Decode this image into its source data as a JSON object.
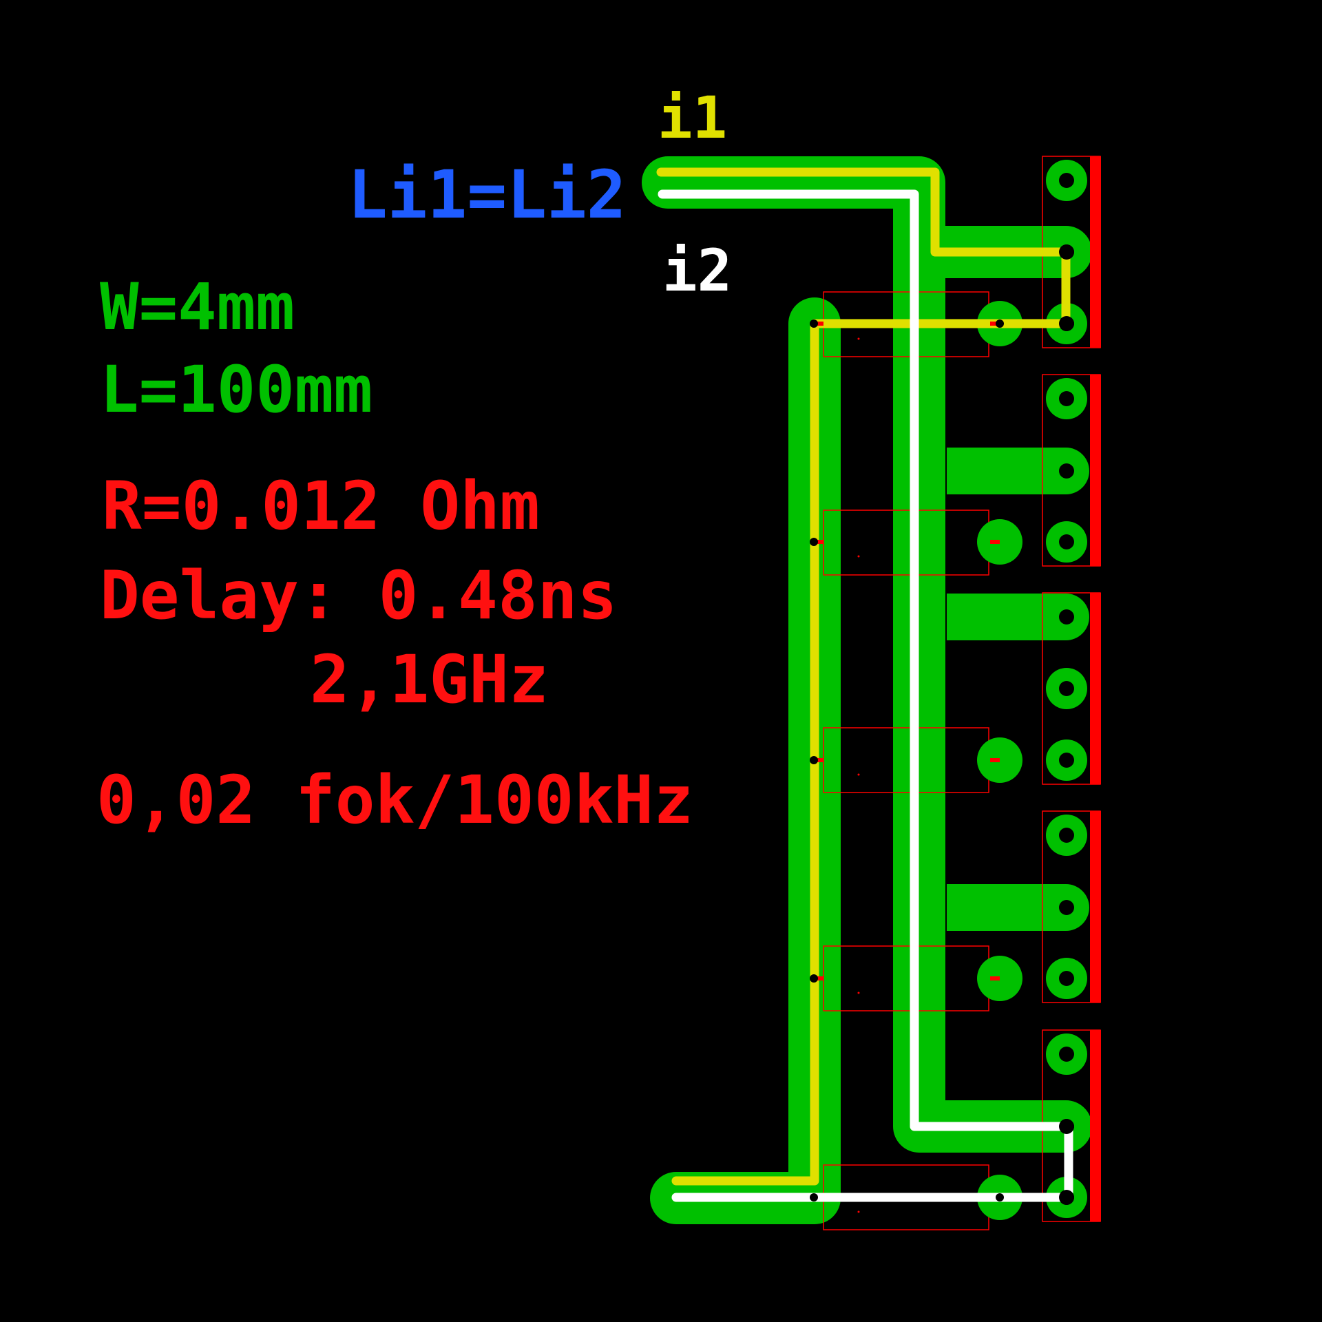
{
  "labels": {
    "i1": "i1",
    "i2": "i2",
    "equal": "Li1=Li2",
    "width": "W=4mm",
    "length": "L=100mm",
    "resistance": "R=0.012 Ohm",
    "delay": "Delay: 0.48ns",
    "freq": "2,1GHz",
    "phase": "0,02 fok/100kHz"
  },
  "colors": {
    "background": "#000000",
    "copper": "#00c000",
    "trace_i1": "#e0e000",
    "trace_i2": "#ffffff",
    "annotation_blue": "#1f5cff",
    "annotation_red": "#ff1010",
    "outline": "#ff0000"
  }
}
